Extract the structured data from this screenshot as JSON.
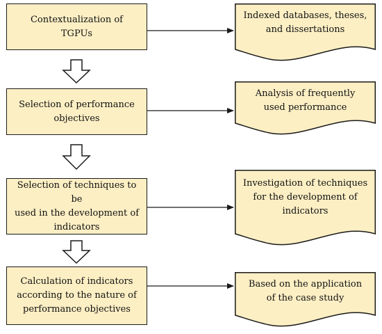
{
  "colors": {
    "fill": "#fcefc4",
    "stroke": "#1a1a1a"
  },
  "steps": [
    {
      "label": "Contextualization of\nTGPUs"
    },
    {
      "label": "Selection of performance\nobjectives"
    },
    {
      "label": "Selection of techniques to be\nused in the development of\nindicators"
    },
    {
      "label": "Calculation of indicators\naccording to the nature of\nperformance objectives"
    }
  ],
  "outputs": [
    {
      "label": "Indexed databases, theses,\nand dissertations"
    },
    {
      "label": "Analysis of frequently\nused performance"
    },
    {
      "label": "Investigation of techniques\nfor the development of\nindicators"
    },
    {
      "label": "Based on the application\nof the case study"
    }
  ]
}
